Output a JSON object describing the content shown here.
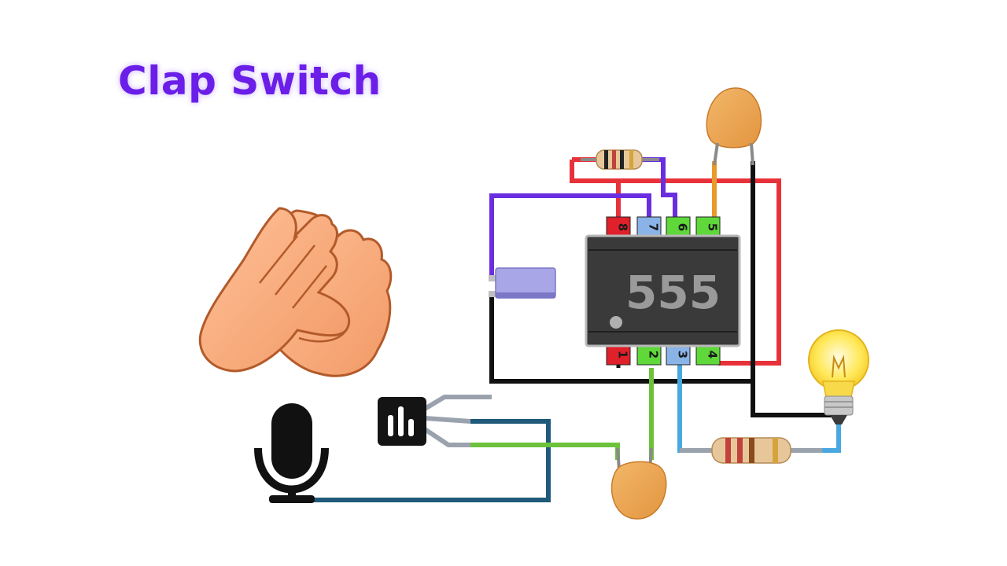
{
  "title": "Clap Switch",
  "ic": {
    "label": "555"
  },
  "pins": {
    "p1": "1",
    "p2": "2",
    "p3": "3",
    "p4": "4",
    "p5": "5",
    "p6": "6",
    "p7": "7",
    "p8": "8"
  },
  "colors": {
    "title": "#6a1ee8",
    "wire_red": "#e8323a",
    "wire_purple": "#6a2ee0",
    "wire_black": "#111111",
    "wire_green": "#6cc23a",
    "wire_blue": "#4aa8e0",
    "wire_navy": "#1f5a7a",
    "wire_orange": "#e89a2a",
    "pin_red": "#e0202a",
    "pin_blue": "#8ab4e8",
    "pin_green": "#5fd83a"
  },
  "icons": [
    "clapping-hands-icon",
    "microphone-icon",
    "light-bulb-icon",
    "transistor-icon"
  ]
}
